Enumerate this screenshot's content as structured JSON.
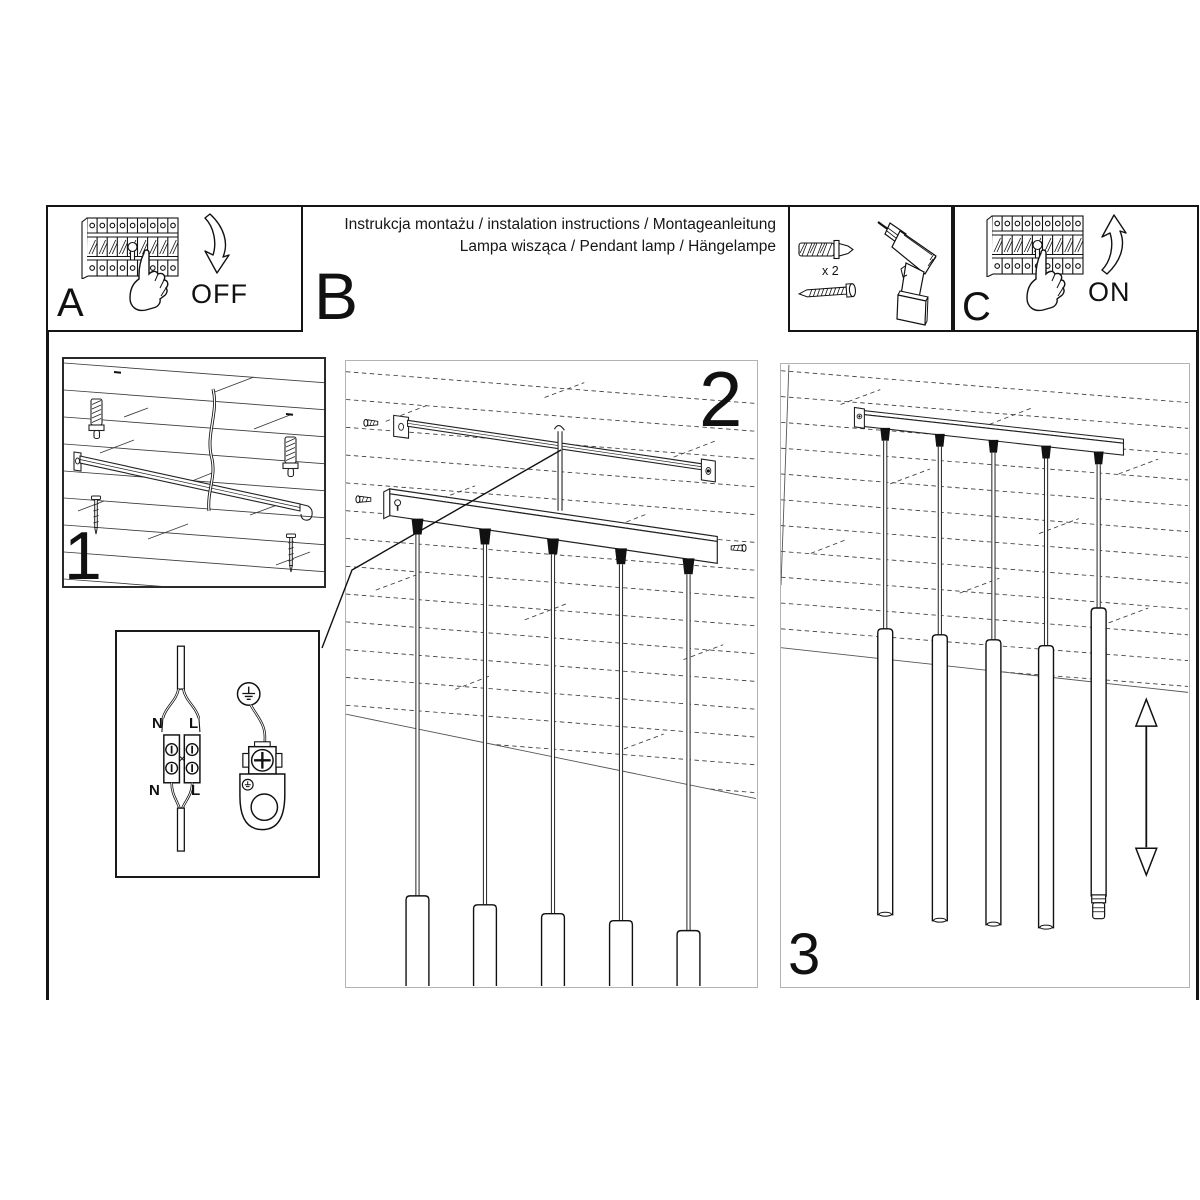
{
  "doc": {
    "title_line1": "Instrukcja montażu / instalation instructions / Montageanleitung",
    "title_line2": "Lampa wisząca / Pendant lamp / Hängelampe"
  },
  "sections": {
    "power_off": {
      "label": "A",
      "action": "OFF"
    },
    "assembly": {
      "label": "B"
    },
    "tools": {
      "screw_quantity": "x 2"
    },
    "power_on": {
      "label": "C",
      "action": "ON"
    }
  },
  "steps": {
    "mount_bracket": "1",
    "wire_canopy": "2",
    "adjust_height": "3"
  },
  "wiring": {
    "top_left": "N",
    "top_right": "L",
    "bottom_left": "N",
    "bottom_right": "L"
  }
}
